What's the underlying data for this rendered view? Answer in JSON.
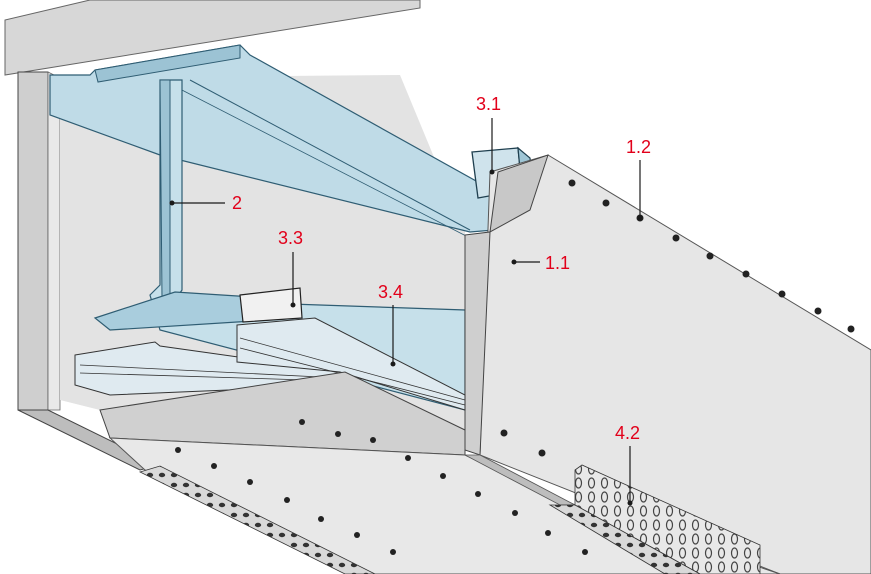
{
  "labels": {
    "l_1_1": "1.1",
    "l_1_2": "1.2",
    "l_2": "2",
    "l_3_1": "3.1",
    "l_3_3": "3.3",
    "l_3_4": "3.4",
    "l_4_2": "4.2"
  },
  "colors": {
    "label": "#e2001a",
    "board": "#e6e6e6",
    "board_edge": "#c8c8c8",
    "steel": "#bcd9e6",
    "steel_edge": "#4f7f96",
    "outline": "#2b2b2b"
  }
}
